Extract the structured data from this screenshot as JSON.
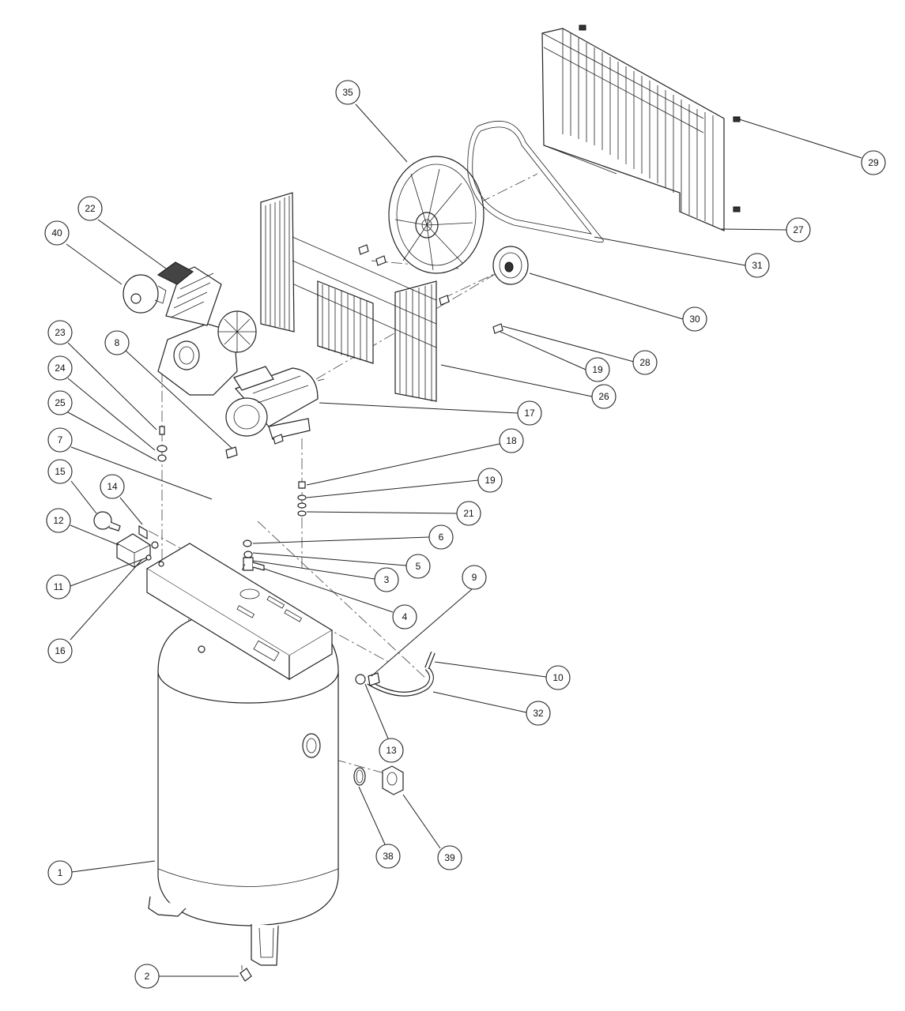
{
  "callouts": [
    {
      "id": "c35",
      "label": "35"
    },
    {
      "id": "c29",
      "label": "29"
    },
    {
      "id": "c27",
      "label": "27"
    },
    {
      "id": "c31",
      "label": "31"
    },
    {
      "id": "c22",
      "label": "22"
    },
    {
      "id": "c40",
      "label": "40"
    },
    {
      "id": "c30",
      "label": "30"
    },
    {
      "id": "c28",
      "label": "28"
    },
    {
      "id": "c19a",
      "label": "19"
    },
    {
      "id": "c26",
      "label": "26"
    },
    {
      "id": "c23",
      "label": "23"
    },
    {
      "id": "c8",
      "label": "8"
    },
    {
      "id": "c24",
      "label": "24"
    },
    {
      "id": "c17",
      "label": "17"
    },
    {
      "id": "c25",
      "label": "25"
    },
    {
      "id": "c18",
      "label": "18"
    },
    {
      "id": "c7",
      "label": "7"
    },
    {
      "id": "c19b",
      "label": "19"
    },
    {
      "id": "c15",
      "label": "15"
    },
    {
      "id": "c21",
      "label": "21"
    },
    {
      "id": "c14",
      "label": "14"
    },
    {
      "id": "c12",
      "label": "12"
    },
    {
      "id": "c6",
      "label": "6"
    },
    {
      "id": "c5",
      "label": "5"
    },
    {
      "id": "c11",
      "label": "11"
    },
    {
      "id": "c3",
      "label": "3"
    },
    {
      "id": "c9",
      "label": "9"
    },
    {
      "id": "c4",
      "label": "4"
    },
    {
      "id": "c16",
      "label": "16"
    },
    {
      "id": "c10",
      "label": "10"
    },
    {
      "id": "c32",
      "label": "32"
    },
    {
      "id": "c13",
      "label": "13"
    },
    {
      "id": "c38",
      "label": "38"
    },
    {
      "id": "c39",
      "label": "39"
    },
    {
      "id": "c1",
      "label": "1"
    },
    {
      "id": "c2",
      "label": "2"
    }
  ]
}
